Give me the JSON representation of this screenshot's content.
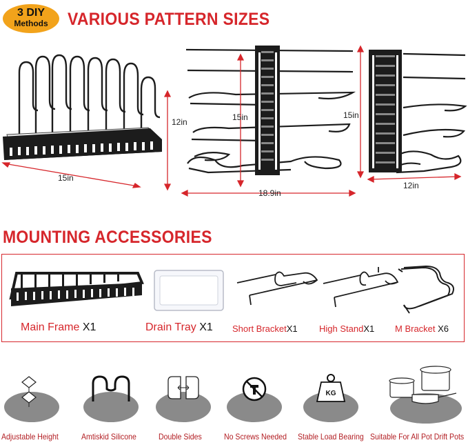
{
  "badge": {
    "line1": "3 DIY",
    "line2": "Methods"
  },
  "header": {
    "title": "VARIOUS PATTERN SIZES"
  },
  "dimensions": {
    "rack_width": "15in",
    "rack_height": "12in",
    "vertical_height": "15in",
    "vertical_width": "18.9in",
    "side_height": "15in",
    "side_width": "12in"
  },
  "accessories": {
    "title": "MOUNTING ACCESSORIES",
    "items": [
      {
        "name": "Main Frame",
        "qty": "X1"
      },
      {
        "name": "Drain Tray",
        "qty": "X1"
      },
      {
        "name": "Short Bracket",
        "qty": "X1"
      },
      {
        "name": "High Stand",
        "qty": "X1"
      },
      {
        "name": "M Bracket",
        "qty": "X6"
      }
    ]
  },
  "features": [
    {
      "label": "Adjustable Height",
      "icon": "adjustable-height-icon"
    },
    {
      "label": "Amtiskid Silicone",
      "icon": "silicone-bracket-icon"
    },
    {
      "label": "Double Sides",
      "icon": "double-sides-icon"
    },
    {
      "label": "No Screws Needed",
      "icon": "no-screws-icon"
    },
    {
      "label": "Stable Load Bearing",
      "icon": "kg-weight-icon"
    },
    {
      "label": "Suitable For All Pot Drift Pots",
      "icon": "pots-icon"
    }
  ],
  "weight_icon_text": "KG",
  "colors": {
    "accent_red": "#d6262b",
    "badge_orange": "#f2a31b",
    "metal": "#1c1c1c",
    "icon_grey": "#8a8a8a"
  }
}
